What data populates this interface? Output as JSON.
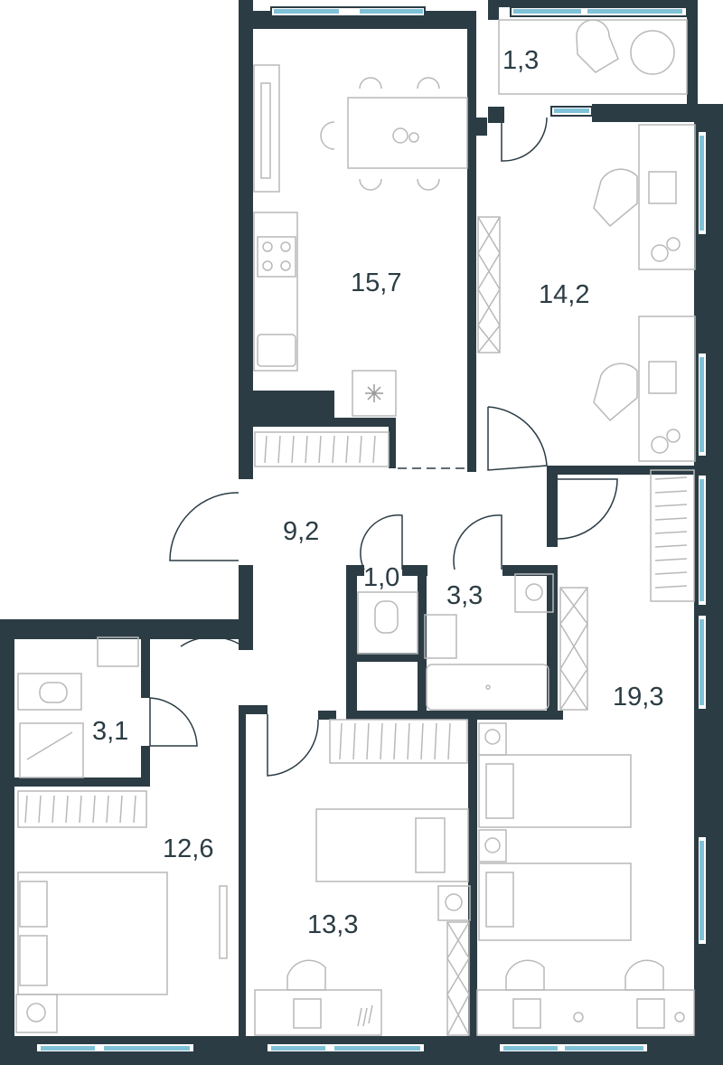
{
  "floor_plan": {
    "colors": {
      "wall": "#2b3c44",
      "window": "#7fc1d6",
      "furniture": "#b9b9b9",
      "background": "#ffffff"
    },
    "rooms": [
      {
        "id": "kitchen",
        "area": "15,7"
      },
      {
        "id": "balcony",
        "area": "1,3"
      },
      {
        "id": "study",
        "area": "14,2"
      },
      {
        "id": "hall",
        "area": "9,2"
      },
      {
        "id": "wc",
        "area": "1,0"
      },
      {
        "id": "bathroom",
        "area": "3,3"
      },
      {
        "id": "bathroom-2",
        "area": "3,1"
      },
      {
        "id": "bedroom-left",
        "area": "12,6"
      },
      {
        "id": "bedroom-middle",
        "area": "13,3"
      },
      {
        "id": "bedroom-right",
        "area": "19,3"
      }
    ]
  }
}
